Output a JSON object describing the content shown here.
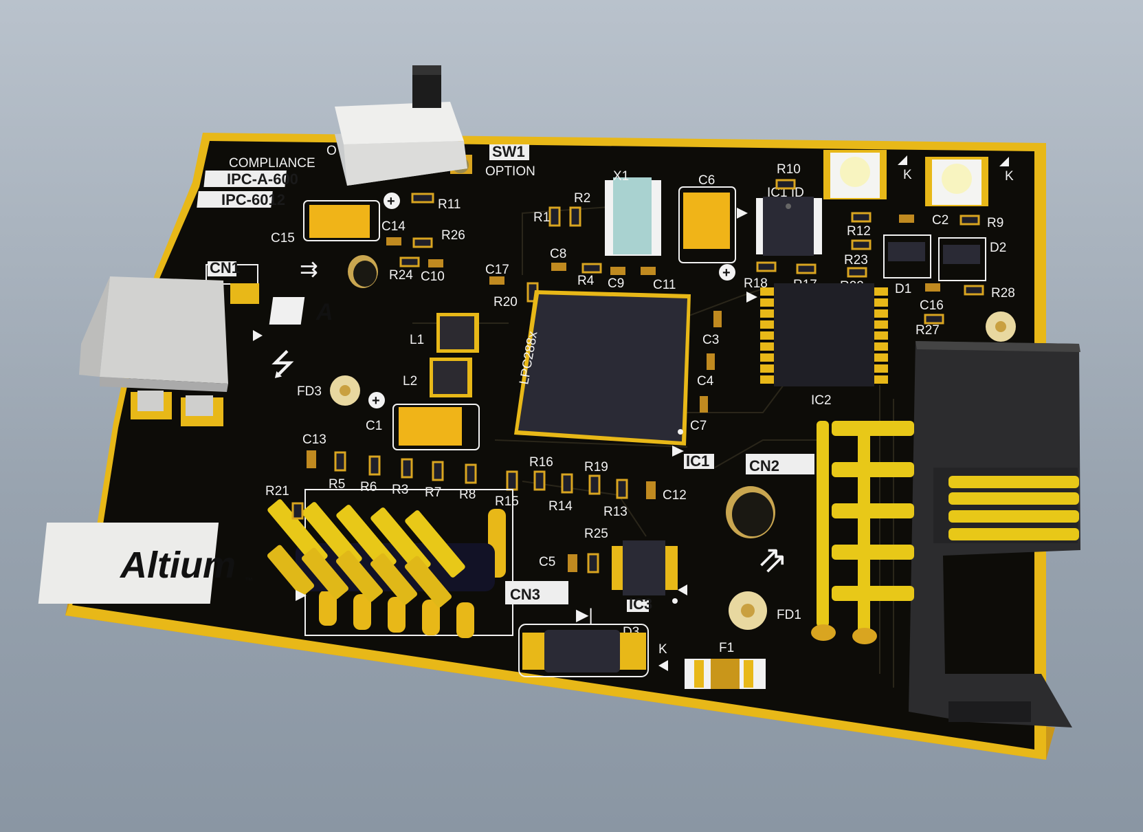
{
  "board": {
    "colors": {
      "background": "#9aa5b1",
      "soldermask": "#0d0c08",
      "edge": "#e8b818",
      "pad": "#e0a820",
      "silkscreen": "#f2f2f2",
      "chip": "#2a2a35"
    },
    "compliance": {
      "title": "COMPLIANCE",
      "std1": "IPC-A-600",
      "std2": "IPC-6012"
    },
    "logo": {
      "text": "Altium",
      "tm": "™",
      "small_mark": "A"
    },
    "switch": {
      "ref": "SW1",
      "label": "OPTION",
      "side_letter": "O"
    },
    "chip_text": "LPC288x",
    "cathode_mark": "K",
    "labels": {
      "cn1": "CN1",
      "cn2": "CN2",
      "cn3": "CN3",
      "ic1": "IC1",
      "ic2": "IC2",
      "ic3": "IC3",
      "ic1id": "IC1 ID",
      "x1": "X1",
      "c1": "C1",
      "c2": "C2",
      "c3": "C3",
      "c4": "C4",
      "c5": "C5",
      "c6": "C6",
      "c7": "C7",
      "c8": "C8",
      "c9": "C9",
      "c10": "C10",
      "c11": "C11",
      "c12": "C12",
      "c13": "C13",
      "c14": "C14",
      "c15": "C15",
      "c16": "C16",
      "c17": "C17",
      "r1": "R1",
      "r2": "R2",
      "r3": "R3",
      "r4": "R4",
      "r5": "R5",
      "r6": "R6",
      "r7": "R7",
      "r8": "R8",
      "r9": "R9",
      "r10": "R10",
      "r11": "R11",
      "r12": "R12",
      "r13": "R13",
      "r14": "R14",
      "r15": "R15",
      "r16": "R16",
      "r17": "R17",
      "r18": "R18",
      "r19": "R19",
      "r20": "R20",
      "r21": "R21",
      "r22": "R22",
      "r23": "R23",
      "r24": "R24",
      "r25": "R25",
      "r26": "R26",
      "r27": "R27",
      "r28": "R28",
      "l1": "L1",
      "l2": "L2",
      "d1": "D1",
      "d2": "D2",
      "d3": "D3",
      "fd1": "FD1",
      "fd3": "FD3",
      "f1": "F1"
    }
  }
}
